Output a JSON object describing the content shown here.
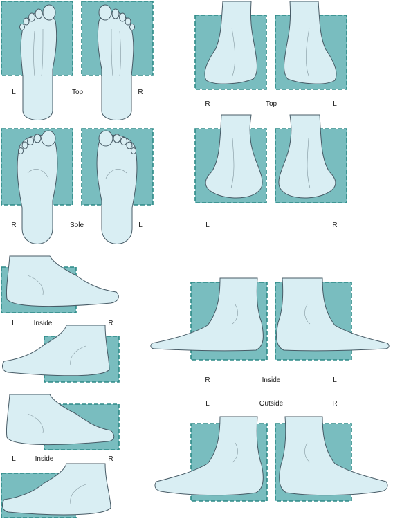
{
  "colors": {
    "zone_fill": "#79bdbf",
    "zone_border": "#2d8a87",
    "foot_fill": "#d9eef3",
    "foot_stroke": "#475b66",
    "label_color": "#1a1a1a"
  },
  "labels": {
    "top_left": {
      "left": "L",
      "center": "Top",
      "right": "R"
    },
    "sole": {
      "left": "R",
      "center": "Sole",
      "right": "L"
    },
    "top_right": {
      "left": "R",
      "center": "Top",
      "right": "L"
    },
    "back_right": {
      "left": "L",
      "right": "R"
    },
    "inside_1": {
      "left": "L",
      "center": "Inside",
      "right": "R"
    },
    "inside_2": {
      "left": "L",
      "center": "Inside",
      "right": "R"
    },
    "front_inside": {
      "left": "R",
      "center": "Inside",
      "right": "L"
    },
    "front_outside": {
      "left": "L",
      "center": "Outside",
      "right": "R"
    }
  }
}
